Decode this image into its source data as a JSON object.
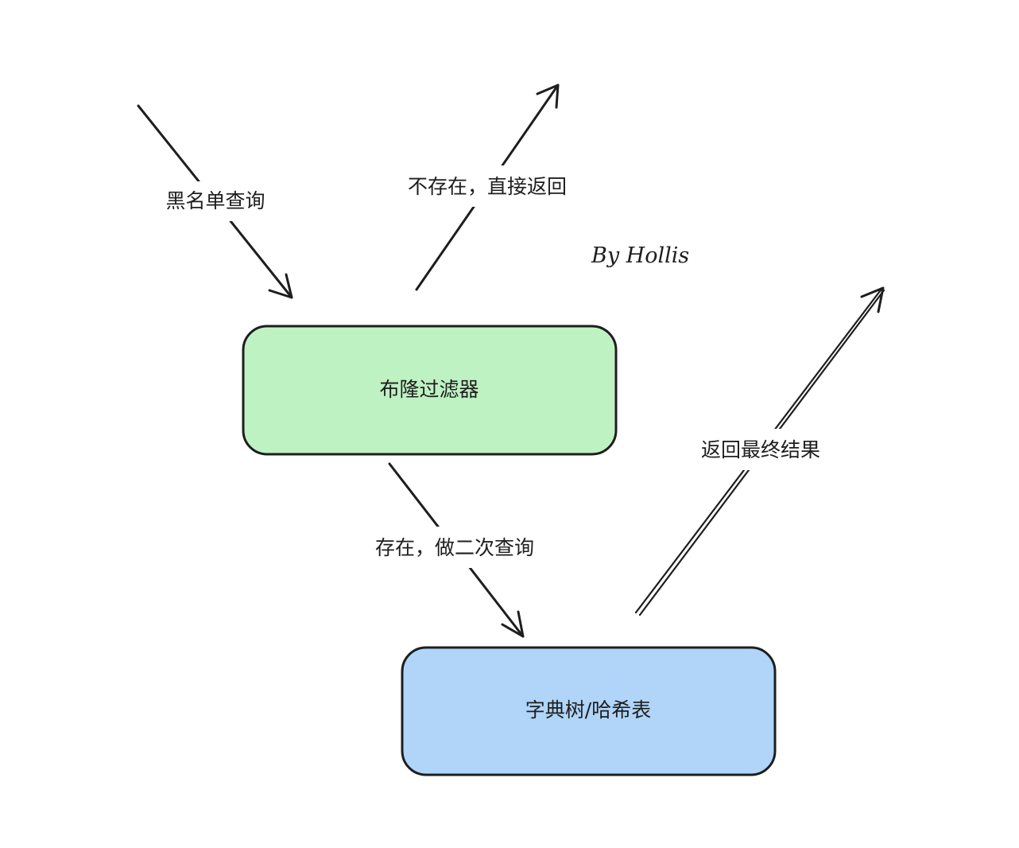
{
  "colors": {
    "stroke": "#1e1e1e",
    "bloom_fill": "#bff2c3",
    "trie_fill": "#b0d5f9",
    "background": "#ffffff"
  },
  "nodes": {
    "bloom_filter": {
      "label": "布隆过滤器"
    },
    "trie_hash": {
      "label": "字典树/哈希表"
    }
  },
  "edges": {
    "blacklist_query": {
      "label": "黑名单查询"
    },
    "not_exist_return": {
      "label": "不存在，直接返回"
    },
    "exist_second_query": {
      "label": "存在，做二次查询"
    },
    "return_final": {
      "label": "返回最终结果"
    }
  },
  "signature": "By Hollis"
}
